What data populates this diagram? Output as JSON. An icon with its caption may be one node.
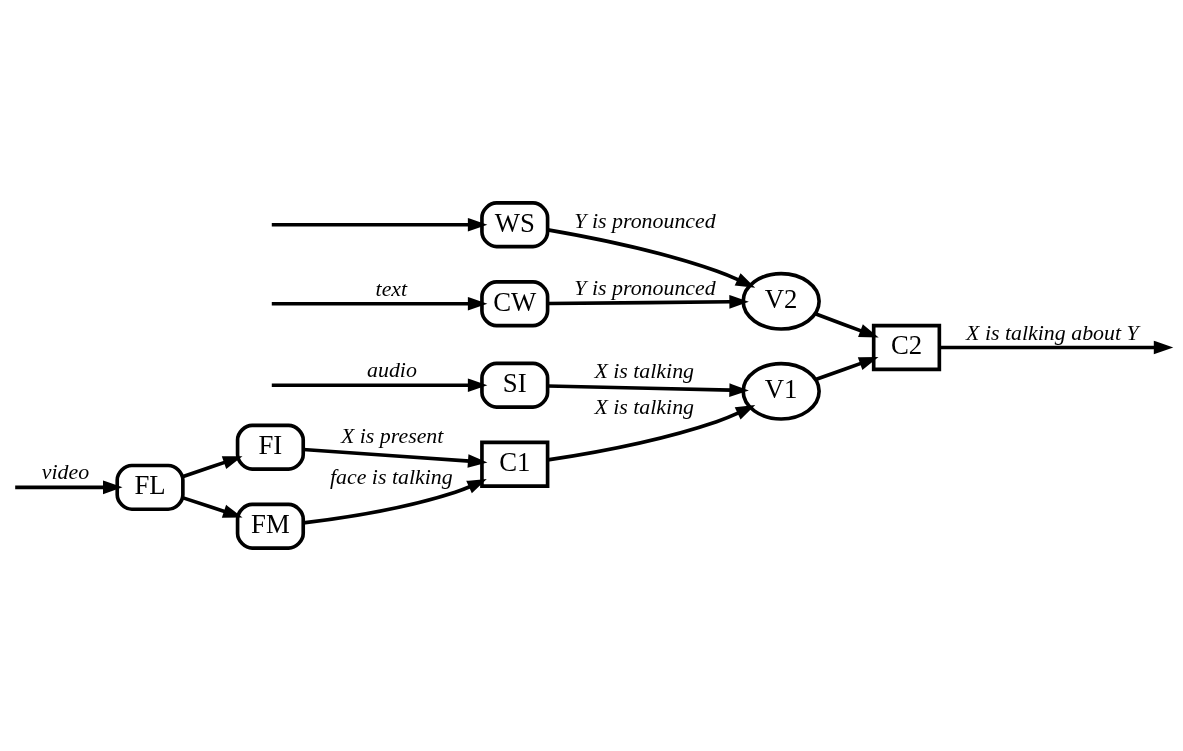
{
  "diagram": {
    "nodes": [
      {
        "text": [
          "FL"
        ]
      },
      {
        "text": [
          "FI"
        ]
      },
      {
        "text": [
          "FM"
        ]
      },
      {
        "text": [
          "C1"
        ]
      },
      {
        "text": [
          "V1"
        ]
      },
      {
        "text": [
          "SI"
        ]
      },
      {
        "text": [
          "WS"
        ]
      },
      {
        "text": [
          "CW"
        ]
      },
      {
        "text": [
          "V2"
        ]
      },
      {
        "text": [
          "C2"
        ]
      }
    ],
    "edges": [
      {
        "from": null,
        "to": 0,
        "arrow": "to",
        "label": "video"
      },
      {
        "from": 0,
        "to": 1,
        "arrow": "to"
      },
      {
        "from": 0,
        "to": 2,
        "arrow": "to"
      },
      {
        "from": 1,
        "to": 3,
        "arrow": "to",
        "label": "X is present"
      },
      {
        "from": 2,
        "to": 3,
        "arrow": "to",
        "label": "face is talking"
      },
      {
        "from": 3,
        "to": 4,
        "arrow": "to",
        "label": "X is talking"
      },
      {
        "from": null,
        "to": 5,
        "arrow": "to",
        "label": "audio"
      },
      {
        "from": 5,
        "to": 4,
        "arrow": "to",
        "label": "X is talking"
      },
      {
        "from": null,
        "to": 6,
        "arrow": "to"
      },
      {
        "from": null,
        "to": 7,
        "arrow": "to",
        "label": "text"
      },
      {
        "from": 6,
        "to": 8,
        "arrow": "to",
        "label": "Y is pronounced"
      },
      {
        "from": 7,
        "to": 8,
        "arrow": "to",
        "label": "Y is pronounced"
      },
      {
        "from": 4,
        "to": 9,
        "arrow": "to"
      },
      {
        "from": 8,
        "to": 9,
        "arrow": "to"
      },
      {
        "from": 9,
        "to": null,
        "arrow": "to",
        "label": "X is talking about Y"
      }
    ]
  }
}
